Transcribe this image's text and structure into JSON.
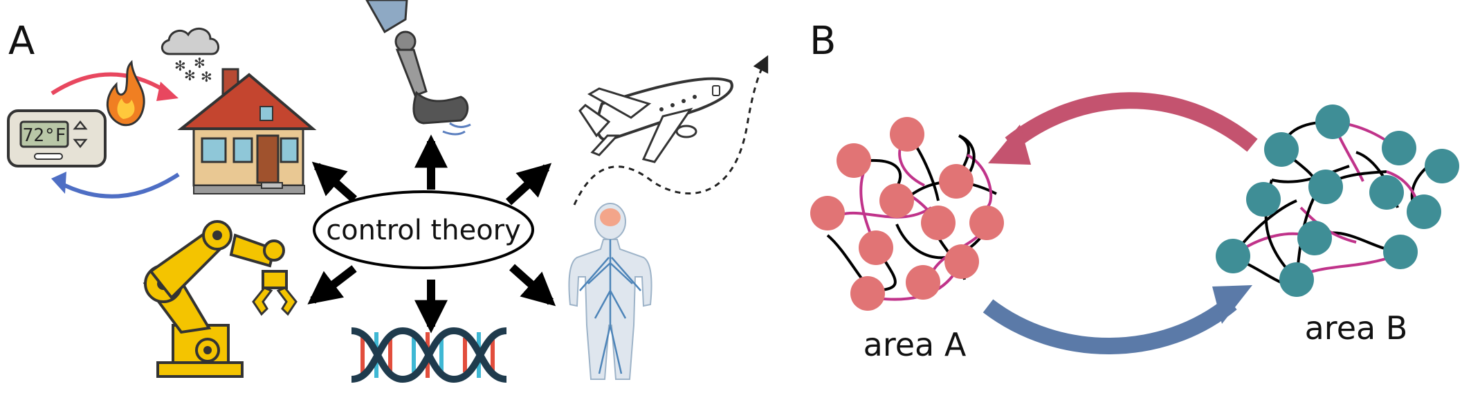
{
  "panel_a": {
    "label": "A",
    "center_label": "control theory",
    "thermostat_reading": "72°F",
    "icons": [
      "thermostat-icon",
      "flame-icon",
      "snow-cloud-icon",
      "house-icon",
      "prosthetic-leg-icon",
      "airplane-icon",
      "robot-arm-icon",
      "dna-icon",
      "nervous-system-icon"
    ]
  },
  "panel_b": {
    "label": "B",
    "area_a_label": "area A",
    "area_b_label": "area B"
  },
  "colors": {
    "heat_arrow": "#e8475f",
    "cool_arrow": "#4e6ec4",
    "area_a_node": "#e17475",
    "area_b_node": "#3f8e96",
    "intra_link": "#c0338a",
    "b_to_a_arrow": "#c4536f",
    "a_to_b_arrow": "#5b7aa8",
    "robot_yellow": "#f4c400",
    "house_wall": "#e9c893",
    "house_roof": "#c4452f"
  }
}
